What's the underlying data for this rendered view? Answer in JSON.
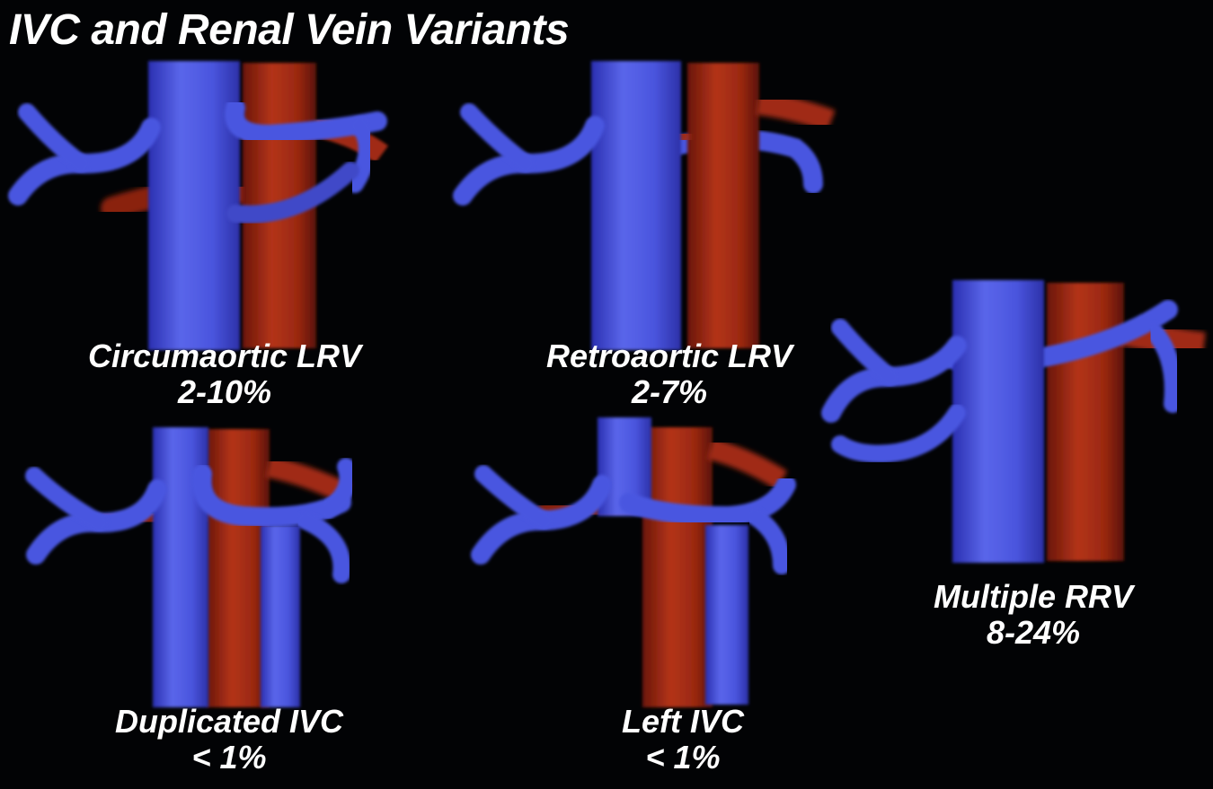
{
  "title": "IVC and Renal Vein Variants",
  "colors": {
    "background": "#020305",
    "vein_blue": "#4a56e0",
    "artery_red": "#a82a14",
    "text": "#ffffff"
  },
  "variants": [
    {
      "name": "Circumaortic LRV",
      "prevalence": "2-10%"
    },
    {
      "name": "Retroaortic LRV",
      "prevalence": "2-7%"
    },
    {
      "name": "Multiple RRV",
      "prevalence": "8-24%"
    },
    {
      "name": "Duplicated IVC",
      "prevalence": "< 1%"
    },
    {
      "name": "Left IVC",
      "prevalence": "< 1%"
    }
  ]
}
